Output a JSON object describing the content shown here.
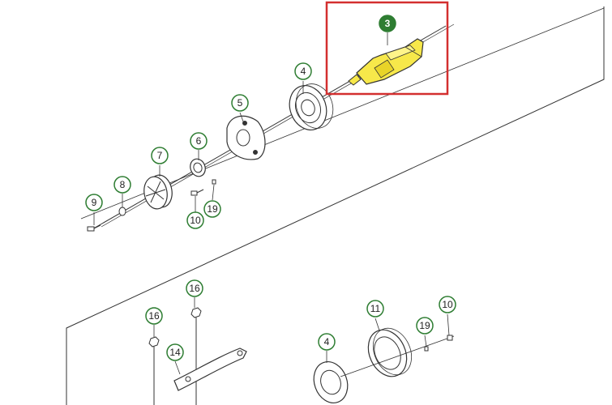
{
  "diagram": {
    "selected_part": "3",
    "colors": {
      "callout_border": "#2e7d32",
      "callout_selected_fill": "#2e7d32",
      "highlight_box": "#d32f2f",
      "highlight_part": "#f7e84a",
      "line": "#333333"
    },
    "callouts": [
      {
        "id": "c3",
        "label": "3",
        "selected": true
      },
      {
        "id": "c4a",
        "label": "4"
      },
      {
        "id": "c5",
        "label": "5"
      },
      {
        "id": "c6",
        "label": "6"
      },
      {
        "id": "c7",
        "label": "7"
      },
      {
        "id": "c8",
        "label": "8"
      },
      {
        "id": "c9",
        "label": "9"
      },
      {
        "id": "c10a",
        "label": "10"
      },
      {
        "id": "c19a",
        "label": "19"
      },
      {
        "id": "c16a",
        "label": "16"
      },
      {
        "id": "c16b",
        "label": "16"
      },
      {
        "id": "c14",
        "label": "14"
      },
      {
        "id": "c4b",
        "label": "4"
      },
      {
        "id": "c11",
        "label": "11"
      },
      {
        "id": "c19b",
        "label": "19"
      },
      {
        "id": "c10b",
        "label": "10"
      }
    ]
  }
}
